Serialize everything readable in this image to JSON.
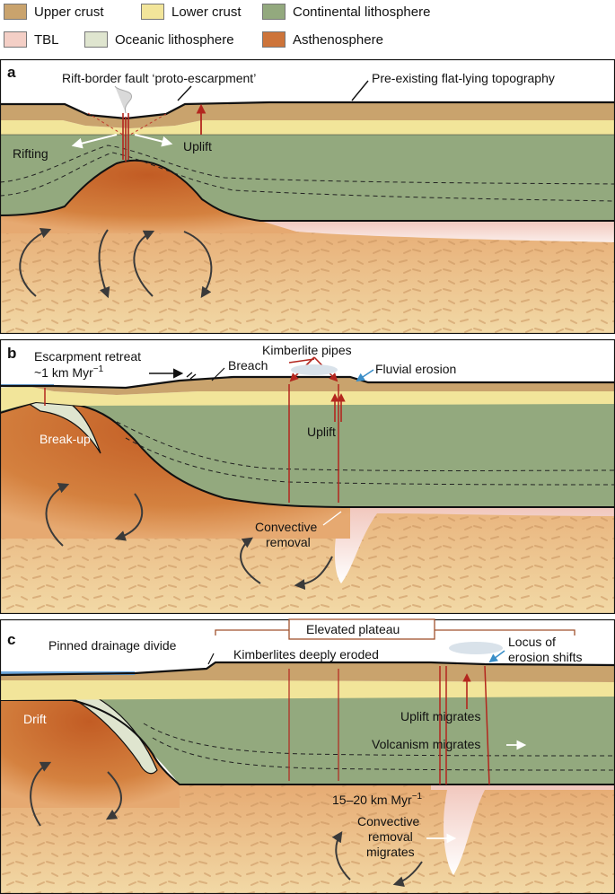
{
  "legend": [
    {
      "label": "Upper crust",
      "color": "#c9a36d"
    },
    {
      "label": "Lower crust",
      "color": "#f2e59a"
    },
    {
      "label": "Continental lithosphere",
      "color": "#93a97e"
    },
    {
      "label": "TBL",
      "color": "#f4cfc6"
    },
    {
      "label": "Oceanic lithosphere",
      "color": "#dfe5cf"
    },
    {
      "label": "Asthenosphere",
      "color": "#cd743a"
    }
  ],
  "panels": {
    "a": {
      "letter": "a",
      "fault_label": "Rift-border fault ‘proto-escarpment’",
      "topography_label": "Pre-existing flat-lying topography",
      "rifting_label": "Rifting",
      "uplift_label": "Uplift"
    },
    "b": {
      "letter": "b",
      "retreat_label_1": "Escarpment retreat",
      "retreat_label_2": "~1 km Myr",
      "retreat_sup": "−1",
      "breach_label": "Breach",
      "kimberlite_label": "Kimberlite pipes",
      "fluvial_label": "Fluvial erosion",
      "breakup_label": "Break-up",
      "uplift_label": "Uplift",
      "convective_1": "Convective",
      "convective_2": "removal"
    },
    "c": {
      "letter": "c",
      "plateau_label": "Elevated plateau",
      "divide_label": "Pinned drainage divide",
      "kimberlite_label": "Kimberlites deeply eroded",
      "locus_1": "Locus of",
      "locus_2": "erosion shifts",
      "drift_label": "Drift",
      "uplift_label": "Uplift migrates",
      "volcanism_label": "Volcanism migrates",
      "rate_label": "15–20 km Myr",
      "rate_sup": "−1",
      "conv_1": "Convective",
      "conv_2": "removal",
      "conv_3": "migrates"
    }
  }
}
